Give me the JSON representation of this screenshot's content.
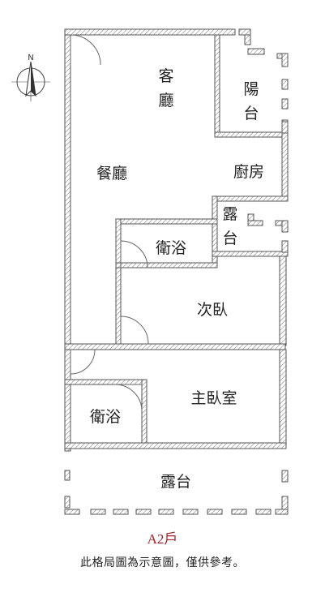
{
  "rooms": {
    "living": "客廳",
    "balcony_top": "陽台",
    "dining": "餐廳",
    "kitchen": "廚房",
    "terrace_small": "露台",
    "bath_1": "衛浴",
    "bedroom_2": "次臥",
    "master": "主臥室",
    "bath_2": "衛浴",
    "terrace_bottom": "露台"
  },
  "compass": {
    "north_label": "N"
  },
  "unit_label": "A2戶",
  "disclaimer": "此格局圖為示意圖，僅供參考。",
  "colors": {
    "wall": "#5a5a5a",
    "hatch": "#8a8a8a",
    "unit_label": "#a0232f"
  }
}
